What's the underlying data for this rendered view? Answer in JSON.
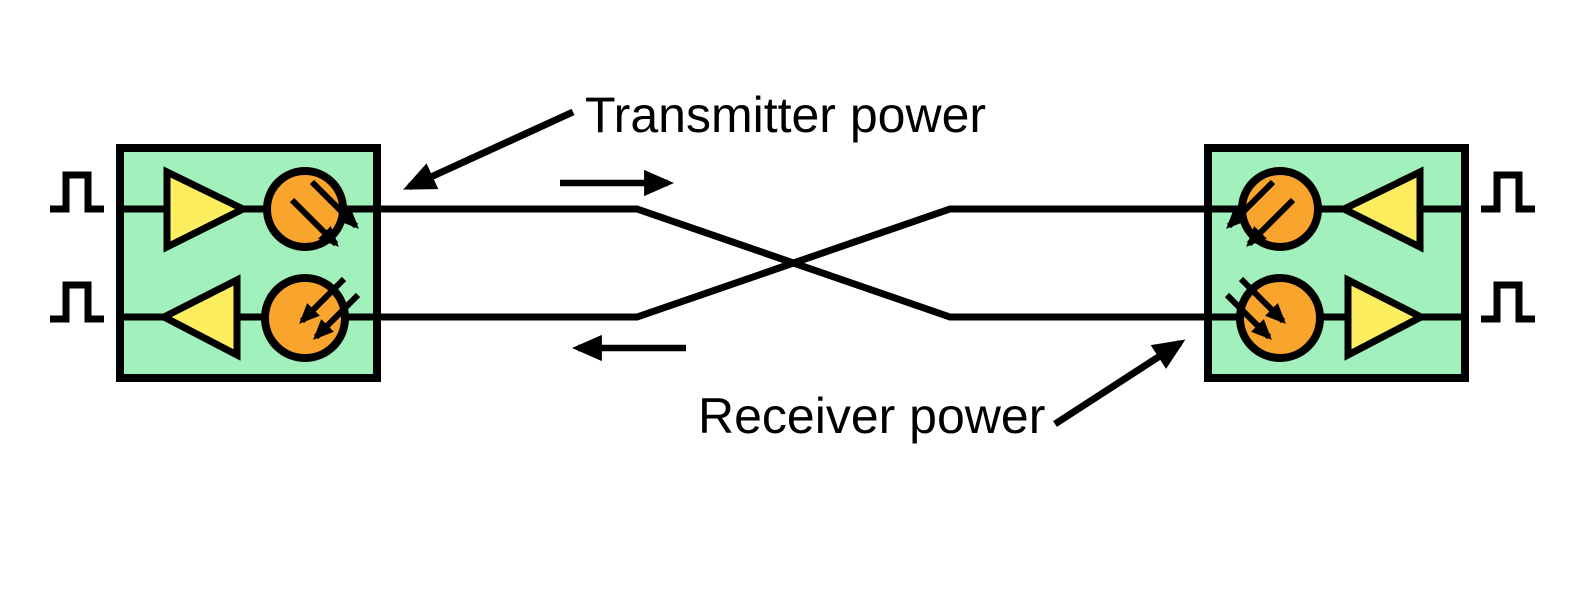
{
  "diagram": {
    "labels": {
      "transmitter_power": "Transmitter power",
      "receiver_power": "Receiver power"
    },
    "colors": {
      "module_fill": "#A2F0BC",
      "amplifier_fill": "#FCEE5E",
      "diode_fill": "#F9A42C",
      "line": "#000000",
      "background": "#FFFFFF"
    },
    "icons": {
      "pulse-signal-icon": "square electrical pulse waveform",
      "amplifier-icon": "triangle amplifier symbol",
      "light-emitter-icon": "circle with two outgoing arrows (LED / laser transmitter)",
      "photodetector-icon": "circle with two incoming arrows (photodiode receiver)",
      "forward-flow-arrow-icon": "right-pointing arrow",
      "reverse-flow-arrow-icon": "left-pointing arrow",
      "pointer-arrow-icon": "diagonal leader arrow"
    }
  }
}
